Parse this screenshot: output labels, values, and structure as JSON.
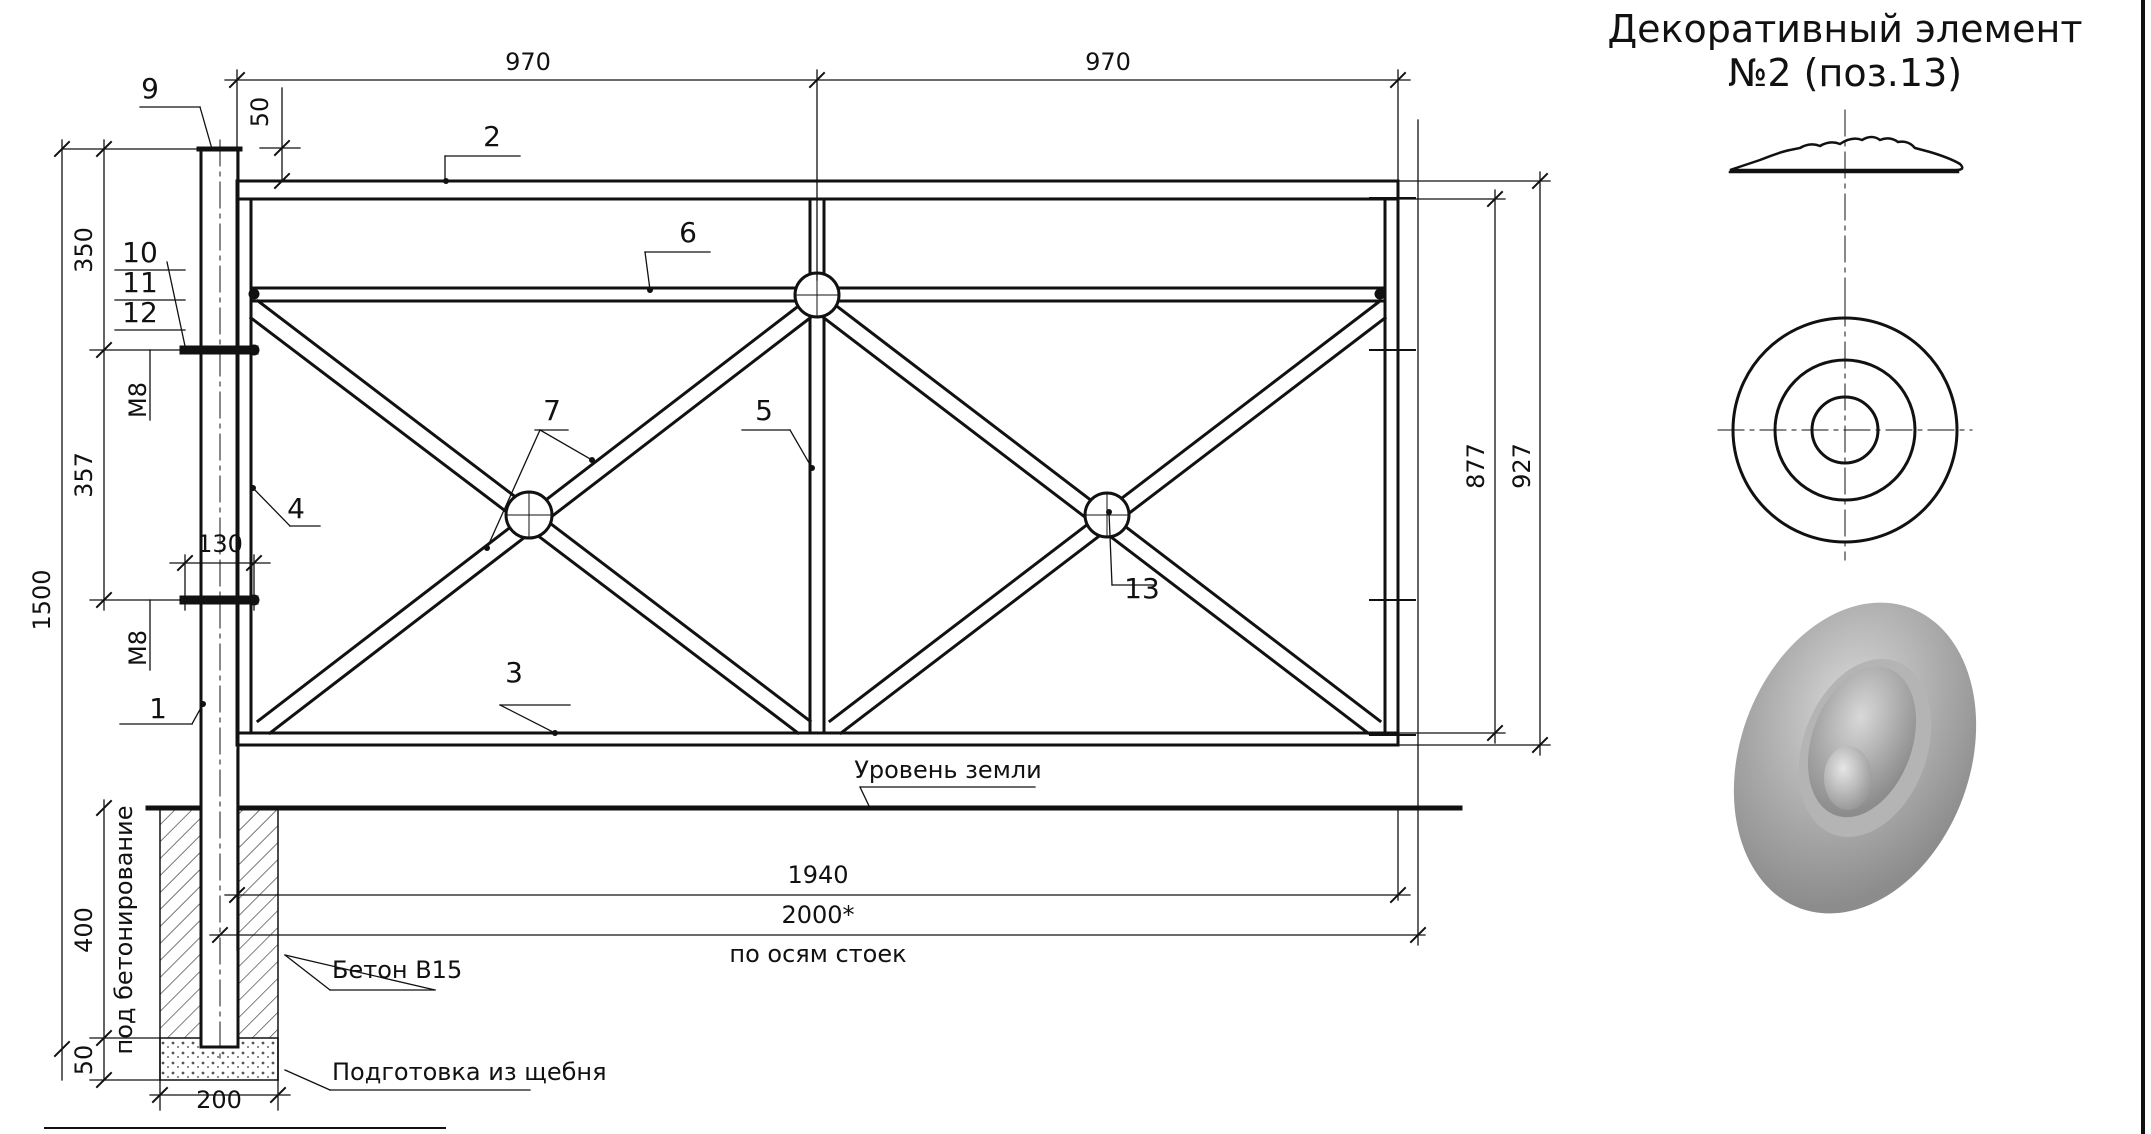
{
  "title": {
    "line1": "Декоративный элемент",
    "line2": "№2 (поз.13)"
  },
  "dimensions": {
    "top_left": "970",
    "top_right": "970",
    "top_offset": "50",
    "left_350": "350",
    "left_357": "357",
    "left_1500": "1500",
    "left_400": "400",
    "left_50": "50",
    "bolt_1": "M8",
    "bolt_2": "M8",
    "bolt_span": "130",
    "right_877": "877",
    "right_927": "927",
    "bottom_1940": "1940",
    "bottom_2000": "2000*",
    "bottom_note": "по осям стоек",
    "footing_width": "200",
    "concreting_note": "под бетонирование"
  },
  "callouts": {
    "p1": "1",
    "p2": "2",
    "p3": "3",
    "p4": "4",
    "p5": "5",
    "p6": "6",
    "p7": "7",
    "p9": "9",
    "p10": "10",
    "p11": "11",
    "p12": "12",
    "p13": "13"
  },
  "notes": {
    "ground_level": "Уровень земли",
    "concrete": "Бетон В15",
    "gravel": "Подготовка из щебня"
  },
  "colors": {
    "line": "#111111",
    "render_base": "#a8a8a8",
    "render_light": "#d6d6d6",
    "render_dark": "#8a8a8a"
  }
}
